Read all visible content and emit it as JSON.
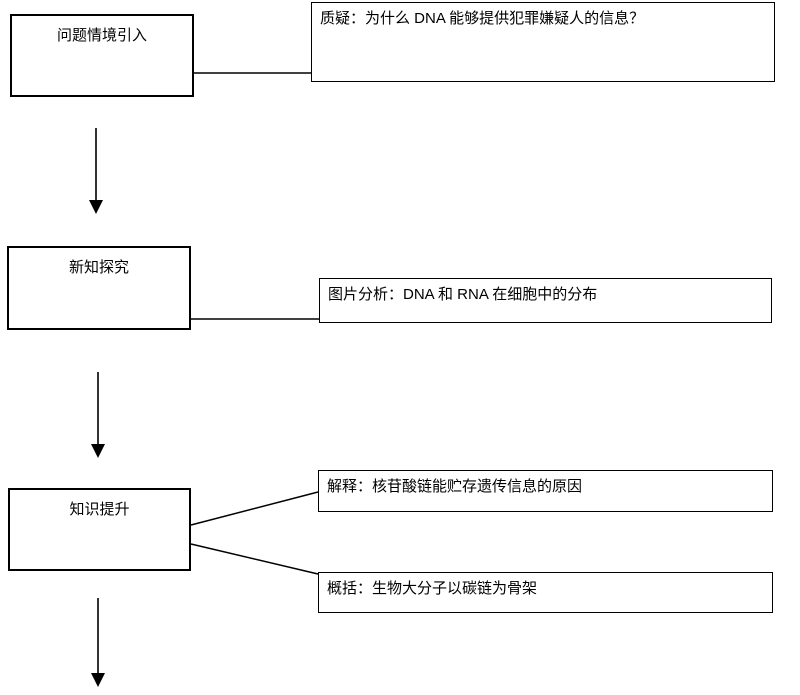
{
  "flow": {
    "stages": [
      {
        "label": "问题情境引入"
      },
      {
        "label": "新知探究"
      },
      {
        "label": "知识提升"
      }
    ],
    "notes": [
      {
        "label": "质疑：为什么 DNA 能够提供犯罪嫌疑人的信息？"
      },
      {
        "label": "图片分析：DNA 和 RNA 在细胞中的分布"
      },
      {
        "label": "解释：核苷酸链能贮存遗传信息的原因"
      },
      {
        "label": "概括：生物大分子以碳链为骨架"
      }
    ],
    "colors": {
      "box_border": "#000000",
      "background": "#ffffff",
      "text": "#000000",
      "connector_line": "#000000",
      "arrow_stem": "#333333",
      "arrow_head": "#000000"
    }
  }
}
